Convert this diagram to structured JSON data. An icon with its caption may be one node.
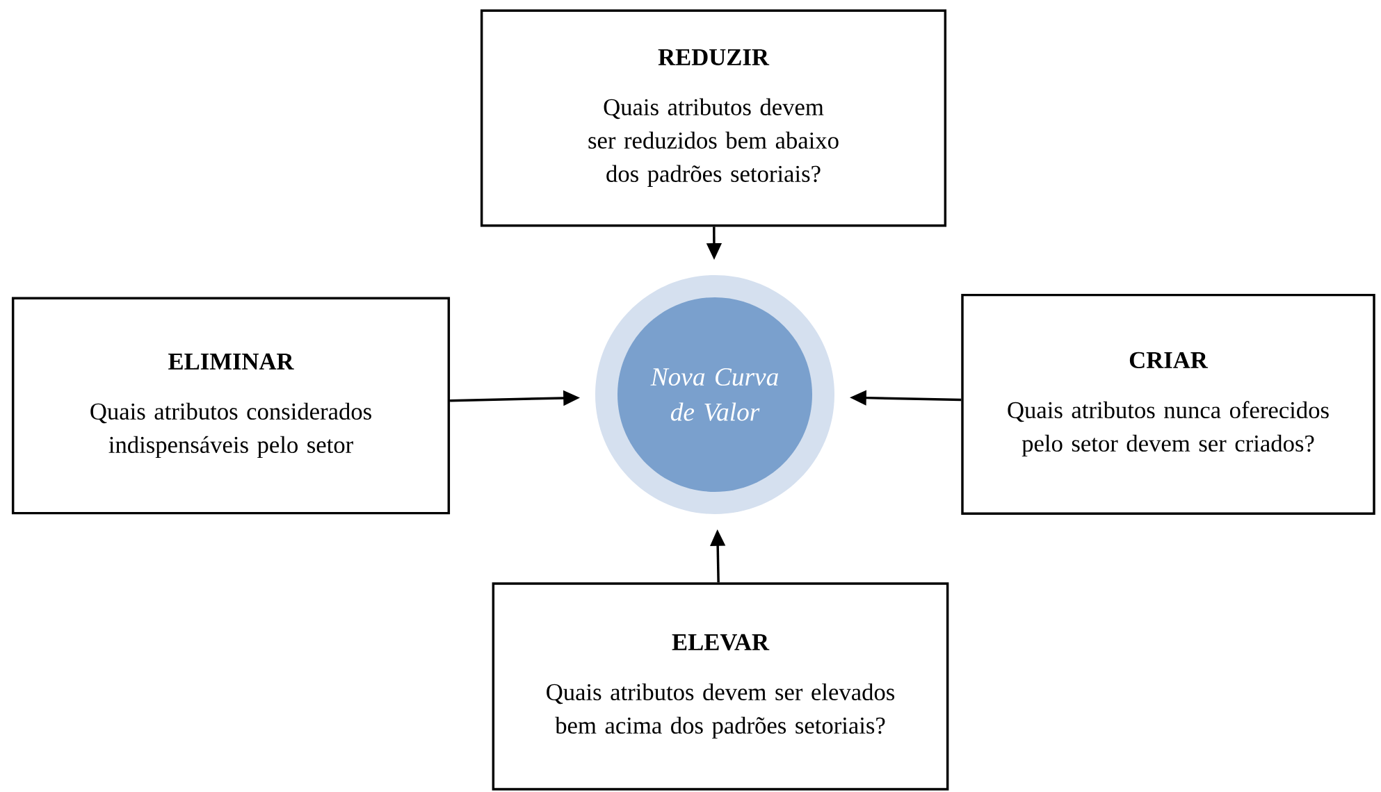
{
  "diagram": {
    "nodes": [
      {
        "text": [
          "REDUZIR",
          "Quais atributos devem ser reduzidos bem abaixo dos padrões setoriais?"
        ]
      },
      {
        "text": [
          "ELIMINAR",
          "Quais atributos considerados indispensáveis pelo setor"
        ]
      },
      {
        "text": [
          "Nova Curva de Valor"
        ]
      },
      {
        "text": [
          "CRIAR",
          "Quais atributos nunca oferecidos pelo setor devem ser criados?"
        ]
      },
      {
        "text": [
          "ELEVAR",
          "Quais atributos devem ser elevados bem acima dos padrões setoriais?"
        ]
      }
    ],
    "edges": [
      {
        "from": 0,
        "to": 2,
        "arrow": "to"
      },
      {
        "from": 1,
        "to": 2,
        "arrow": "to"
      },
      {
        "from": 3,
        "to": 2,
        "arrow": "to"
      },
      {
        "from": 4,
        "to": 2,
        "arrow": "to"
      }
    ]
  }
}
